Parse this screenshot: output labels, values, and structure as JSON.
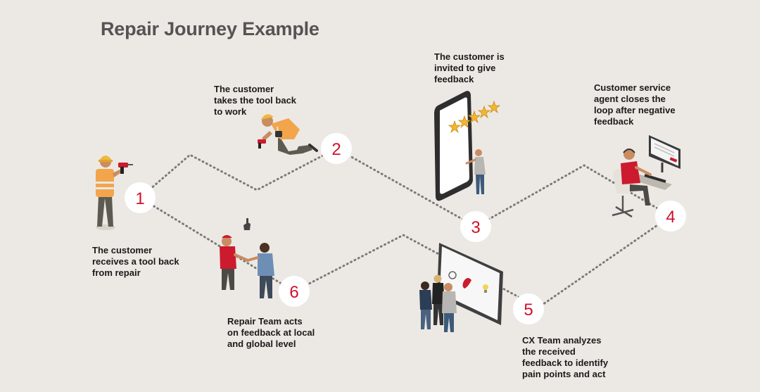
{
  "title": "Repair Journey Example",
  "steps": [
    {
      "number": "1",
      "caption": "The customer\nreceives a tool back\nfrom repair"
    },
    {
      "number": "2",
      "caption": "The customer\ntakes the tool back\nto work"
    },
    {
      "number": "3",
      "caption": "The customer is\ninvited to give\nfeedback"
    },
    {
      "number": "4",
      "caption": "Customer service\nagent closes the\nloop after negative\nfeedback"
    },
    {
      "number": "5",
      "caption": "CX Team analyzes\nthe received\nfeedback to identify\npain points and act"
    },
    {
      "number": "6",
      "caption": "Repair Team acts\non feedback at local\nand global level"
    }
  ],
  "colors": {
    "accent": "#d0102a",
    "background": "#ece9e4",
    "path": "#7a7a7a"
  },
  "icons": [
    "worker-with-drill-icon",
    "kneeling-worker-icon",
    "smartphone-rating-icon",
    "service-agent-desk-icon",
    "team-whiteboard-icon",
    "handshake-icon"
  ]
}
